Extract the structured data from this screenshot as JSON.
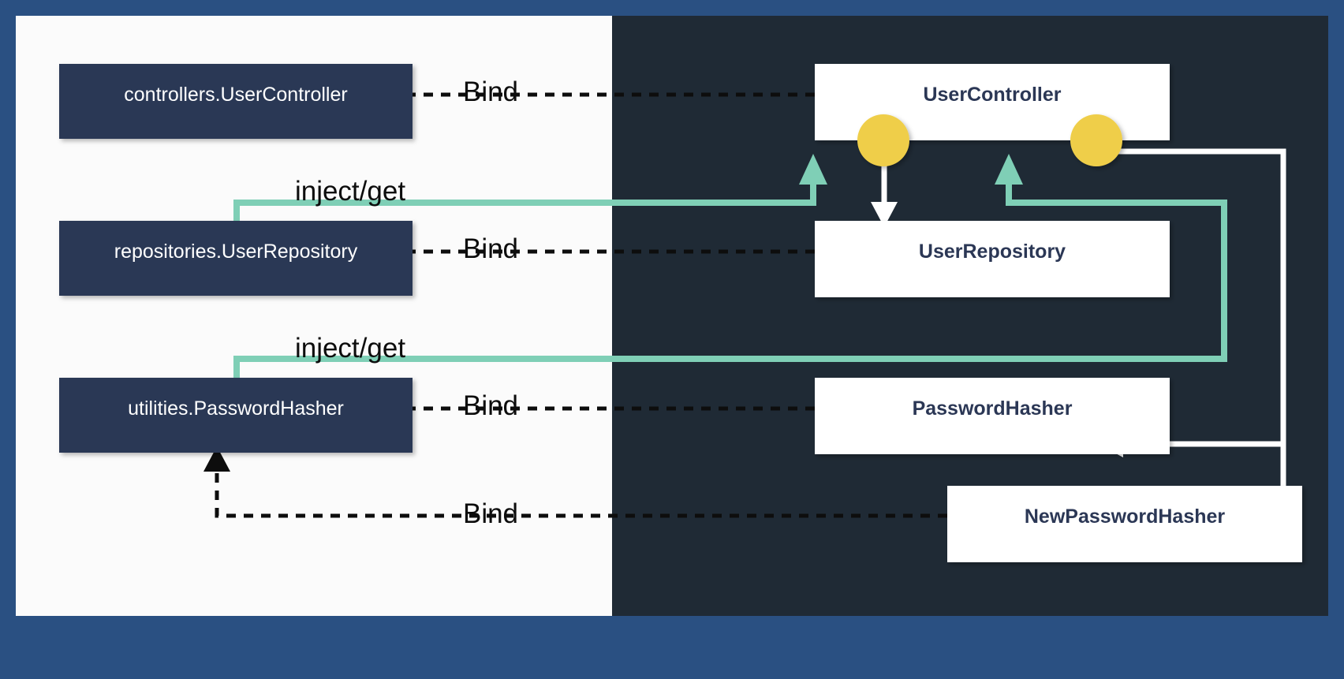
{
  "diagram": {
    "title": "Dependency Injection Binding Diagram",
    "colors": {
      "outer_border": "#2a5082",
      "left_panel_bg": "#fbfbfb",
      "right_panel_bg": "#1f2a35",
      "interface_box": "#2b3755",
      "implementation_box": "#ffffff",
      "injection_edge": "#7fcfb6",
      "bind_edge": "#0d0d0d",
      "dependency_edge": "#ffffff",
      "port_marker": "#efce4a"
    },
    "left_panel": {
      "name": "abstractions-panel",
      "nodes": [
        {
          "id": "controllers-usercontroller",
          "label": "controllers.UserController"
        },
        {
          "id": "repositories-userrepository",
          "label": "repositories.UserRepository"
        },
        {
          "id": "utilities-passwordhasher",
          "label": "utilities.PasswordHasher"
        }
      ]
    },
    "right_panel": {
      "name": "implementations-panel",
      "nodes": [
        {
          "id": "usercontroller",
          "label": "UserController"
        },
        {
          "id": "userrepository",
          "label": "UserRepository"
        },
        {
          "id": "passwordhasher",
          "label": "PasswordHasher"
        },
        {
          "id": "newpasswordhasher",
          "label": "NewPasswordHasher"
        }
      ]
    },
    "edges": [
      {
        "id": "bind-usercontroller",
        "label": "Bind",
        "from": "usercontroller",
        "to": "controllers.UserController",
        "style": "dashed"
      },
      {
        "id": "bind-userrepository",
        "label": "Bind",
        "from": "userrepository",
        "to": "repositories.UserRepository",
        "style": "dashed"
      },
      {
        "id": "bind-passwordhasher",
        "label": "Bind",
        "from": "passwordhasher",
        "to": "utilities.PasswordHasher",
        "style": "dashed"
      },
      {
        "id": "bind-newpasswordhasher",
        "label": "Bind",
        "from": "newpasswordhasher",
        "to": "utilities.PasswordHasher",
        "style": "dashed"
      },
      {
        "id": "inject-userrepository",
        "label": "inject/get",
        "from": "repositories.UserRepository",
        "to": "usercontroller-port-1",
        "style": "teal"
      },
      {
        "id": "inject-passwordhasher",
        "label": "inject/get",
        "from": "utilities.PasswordHasher",
        "to": "usercontroller-port-2",
        "style": "teal"
      },
      {
        "id": "dep-usercontroller-userrepository",
        "from": "usercontroller-port-1",
        "to": "userrepository",
        "style": "white"
      },
      {
        "id": "dep-usercontroller-passwordhasher",
        "from": "usercontroller-port-2",
        "to": "passwordhasher",
        "style": "white"
      },
      {
        "id": "dep-usercontroller-newpasswordhasher",
        "from": "usercontroller-port-2",
        "to": "newpasswordhasher",
        "style": "white"
      }
    ],
    "labels": {
      "bind_1": "Bind",
      "bind_2": "Bind",
      "bind_3": "Bind",
      "bind_4": "Bind",
      "inject_1": "inject/get",
      "inject_2": "inject/get"
    }
  }
}
